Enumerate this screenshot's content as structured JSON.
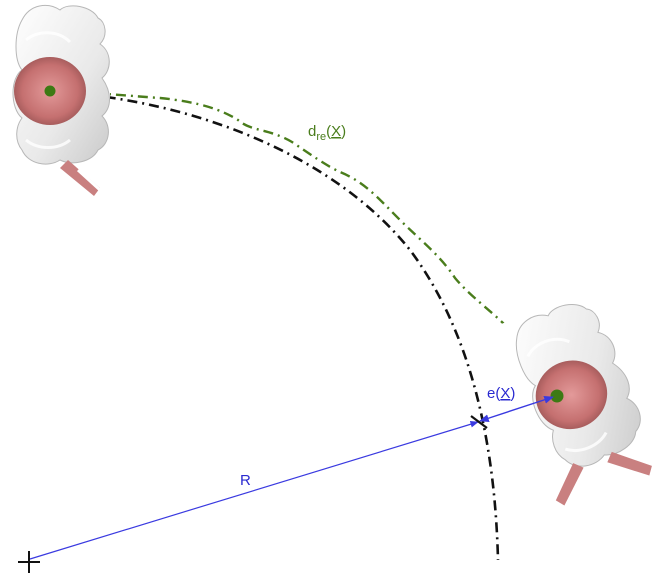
{
  "labels": {
    "radius": "R",
    "error_prefix": "e(",
    "error_var": "X",
    "error_suffix": ")",
    "distance_main": "d",
    "distance_sub": "re",
    "distance_open": "(",
    "distance_var": "X",
    "distance_close": ")"
  },
  "colors": {
    "radius_line": "#3a3ae0",
    "label_blue": "#2a2ad0",
    "path_green": "#4a7d1c",
    "reference_arc": "#111111",
    "point_green": "#3d7a14",
    "robot_body": "#f4f4f4",
    "robot_head": "#c87878"
  },
  "icons": {
    "center_marker": "plus-icon",
    "robot": "robot-topview-icon"
  }
}
